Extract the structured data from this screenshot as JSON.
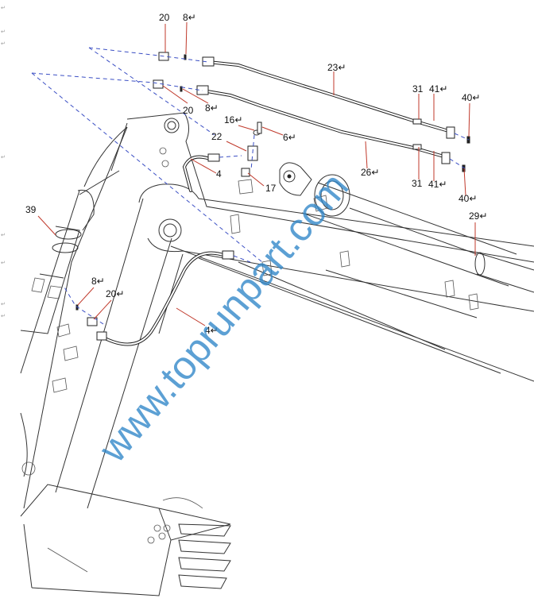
{
  "watermark": "www.toprunpart.com",
  "margin_marks": [
    "↵",
    "↵",
    "↵",
    "↵",
    "↵",
    "↵",
    "↵",
    "↵"
  ],
  "labels": {
    "l20a": "20",
    "l8a": "8↵",
    "l20b": "20",
    "l8b": "8↵",
    "l23": "23↵",
    "l31a": "31",
    "l41a": "41↵",
    "l40a": "40↵",
    "l16": "16↵",
    "l6": "6↵",
    "l22": "22",
    "l4a": "4",
    "l17": "17",
    "l26": "26↵",
    "l31b": "31",
    "l41b": "41↵",
    "l40b": "40↵",
    "l39": "39",
    "l29": "29↵",
    "l8c": "8↵",
    "l20c": "20↵",
    "l4b": "4↵"
  }
}
